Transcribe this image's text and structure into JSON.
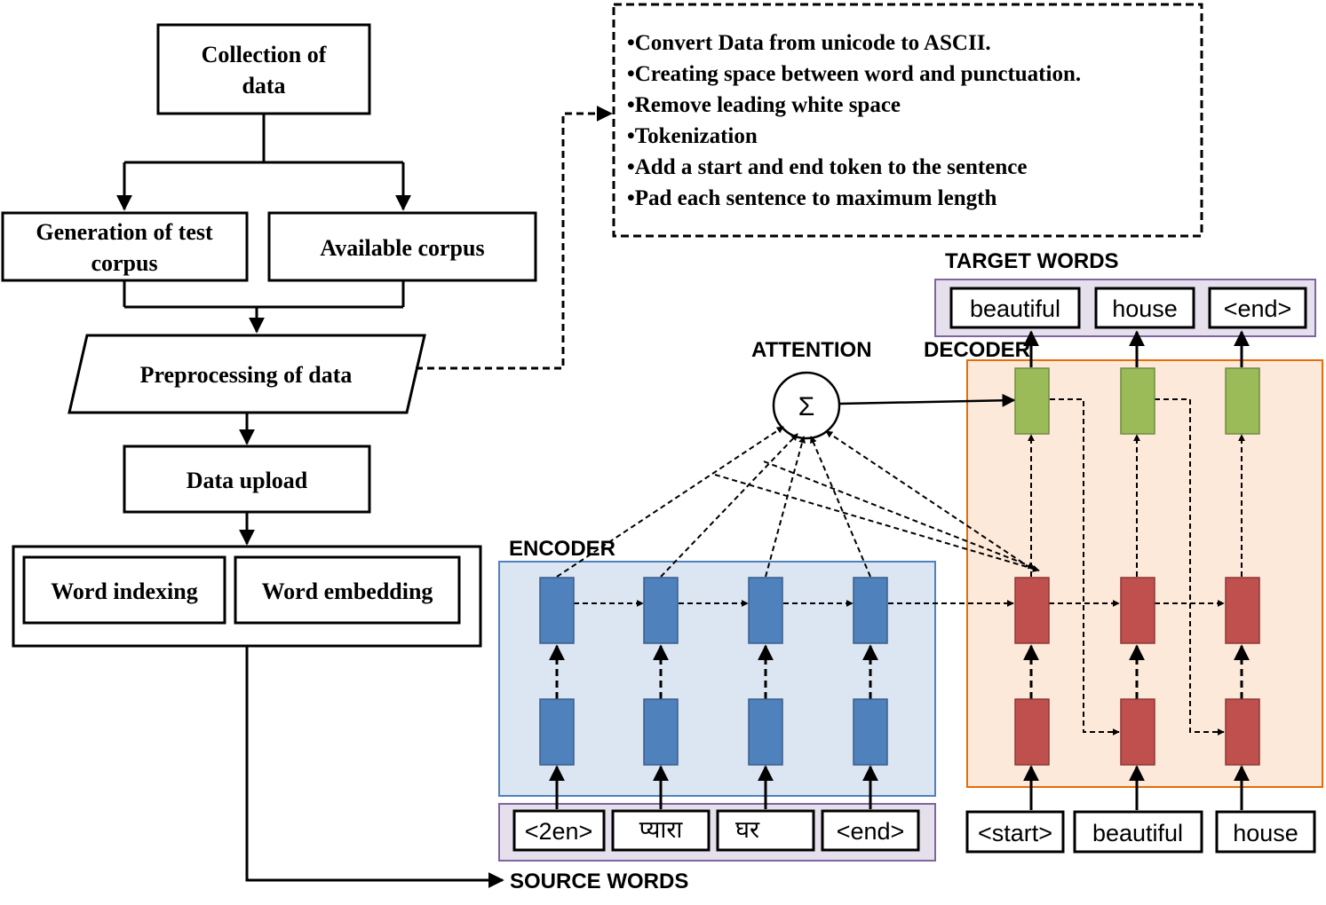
{
  "flowchart": {
    "collection": [
      "Collection of",
      "data"
    ],
    "test_corpus": [
      "Generation of test",
      "corpus"
    ],
    "available_corpus": "Available  corpus",
    "preprocessing": "Preprocessing of data",
    "upload": "Data upload",
    "word_indexing": "Word indexing",
    "word_embedding": "Word embedding"
  },
  "preprocessing_steps": [
    "•Convert Data from unicode to ASCII.",
    "•Creating space between word and punctuation.",
    "•Remove  leading white space",
    "•Tokenization",
    "•Add a start and end token to the sentence",
    "•Pad each sentence to maximum length"
  ],
  "model": {
    "attention_label": "ATTENTION",
    "attention_symbol": "Σ",
    "encoder_label": "ENCODER",
    "decoder_label": "DECODER",
    "target_label": "TARGET WORDS",
    "source_label": "SOURCE WORDS",
    "target_words": [
      "beautiful",
      "house",
      "<end>"
    ],
    "source_words": [
      "<2en>",
      "प्यारा",
      "घर",
      "<end>"
    ],
    "decoder_inputs": [
      "<start>",
      "beautiful",
      "house"
    ]
  },
  "colors": {
    "encoder_cell": "#4f81bd",
    "encoder_cell_border": "#385d8a",
    "decoder_cell": "#c0504d",
    "decoder_cell_border": "#8c3836",
    "output_cell": "#9bbb59",
    "output_cell_border": "#71893f",
    "encoder_bg": "#dce6f2",
    "decoder_bg": "#fde9d9",
    "word_row_bg": "#e6e0ec"
  }
}
